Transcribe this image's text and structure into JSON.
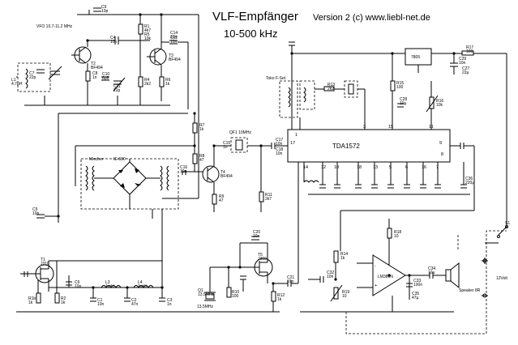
{
  "header": {
    "title": "VLF-Empfänger",
    "range": "10-500 kHz",
    "version": "Version 2 (c) www.liebl-net.de"
  },
  "labels": {
    "vfo": "VFO 10.7-11.2 MHz",
    "mischer": "Mischer",
    "mixer_ic": "IE-500",
    "ic_main": "TDA1572",
    "ic_reg": "7805",
    "ic_audio": "LM386N",
    "filter": "QF1 10MHz",
    "toko": "Toko F-Set",
    "speaker": "Speaker 8R",
    "supply": "12Volt",
    "crystal": "13.5MHz",
    "switch": "S1"
  },
  "components": [
    {
      "ref": "C9",
      "value": "10p"
    },
    {
      "ref": "C8",
      "value": "1n"
    },
    {
      "ref": "T2",
      "value": "BF494"
    },
    {
      "ref": "C10",
      "value": "6p8"
    },
    {
      "ref": "C11",
      "value": "22p"
    },
    {
      "ref": "R1",
      "value": "4k7"
    },
    {
      "ref": "R4",
      "value": "2k2"
    },
    {
      "ref": "R5",
      "value": "10k"
    },
    {
      "ref": "T3",
      "value": "BF494"
    },
    {
      "ref": "R6",
      "value": "1k"
    },
    {
      "ref": "C7",
      "value": "22p"
    },
    {
      "ref": "L1",
      "value": "4.7µH"
    },
    {
      "ref": "C4",
      "value": "10n"
    },
    {
      "ref": "C12",
      "value": "10n"
    },
    {
      "ref": "C14",
      "value": "10n"
    },
    {
      "ref": "R7",
      "value": "1k"
    },
    {
      "ref": "R8",
      "value": "47"
    },
    {
      "ref": "C16",
      "value": "10n"
    },
    {
      "ref": "T4",
      "value": "BF494"
    },
    {
      "ref": "R9",
      "value": "47"
    },
    {
      "ref": "C15",
      "value": "1n"
    },
    {
      "ref": "R11",
      "value": "2k7"
    },
    {
      "ref": "C17",
      "value": "10n"
    },
    {
      "ref": "C18",
      "value": "10n"
    },
    {
      "ref": "T1",
      "value": "J310"
    },
    {
      "ref": "R1b",
      "value": "1k"
    },
    {
      "ref": "R2",
      "value": "1k"
    },
    {
      "ref": "C5",
      "value": "10n"
    },
    {
      "ref": "C6",
      "value": "10n"
    },
    {
      "ref": "L3",
      "value": "1mH"
    },
    {
      "ref": "L4",
      "value": "1mH"
    },
    {
      "ref": "C1",
      "value": "10n"
    },
    {
      "ref": "C2",
      "value": "47n"
    },
    {
      "ref": "C3",
      "value": "1n"
    },
    {
      "ref": "T5",
      "value": "J310"
    },
    {
      "ref": "C20",
      "value": "10n"
    },
    {
      "ref": "Q1",
      "value": "13.5MHz"
    },
    {
      "ref": "R10",
      "value": "100"
    },
    {
      "ref": "R12",
      "value": "1k"
    },
    {
      "ref": "C21",
      "value": "10n"
    },
    {
      "ref": "R13",
      "value": "2k2"
    },
    {
      "ref": "R15",
      "value": "100"
    },
    {
      "ref": "C28",
      "value": "10µ"
    },
    {
      "ref": "R16",
      "value": "10k"
    },
    {
      "ref": "C29",
      "value": "10n"
    },
    {
      "ref": "C27",
      "value": "22µ"
    },
    {
      "ref": "R17",
      "value": "100"
    },
    {
      "ref": "R14",
      "value": "1k"
    },
    {
      "ref": "R18",
      "value": "10"
    },
    {
      "ref": "C33",
      "value": "100n"
    },
    {
      "ref": "C34",
      "value": "10µ"
    },
    {
      "ref": "C35",
      "value": "47µ"
    },
    {
      "ref": "C36",
      "value": "220µ"
    },
    {
      "ref": "R19",
      "value": "10"
    },
    {
      "ref": "C32",
      "value": "10n"
    }
  ]
}
